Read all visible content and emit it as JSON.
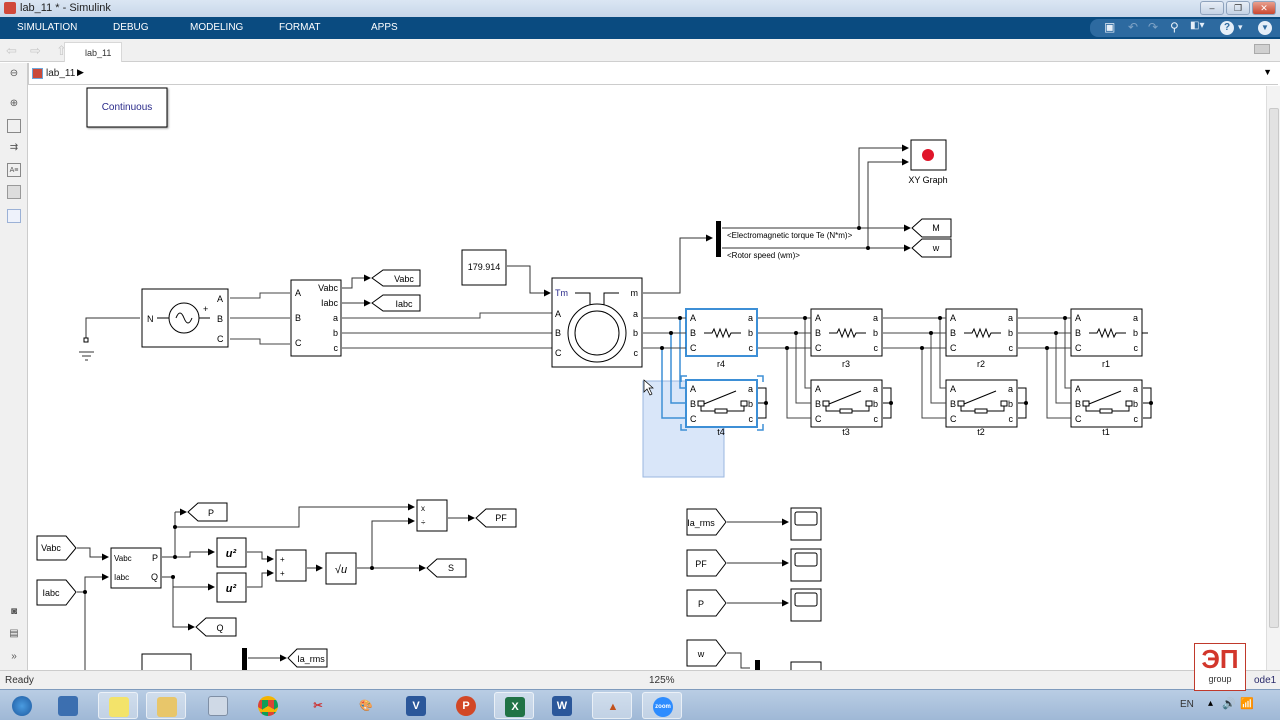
{
  "window": {
    "title": "lab_11 * - Simulink",
    "minimize": "–",
    "restore": "❐",
    "close": "✕"
  },
  "menu": {
    "items": [
      "SIMULATION",
      "DEBUG",
      "MODELING",
      "FORMAT",
      "APPS"
    ]
  },
  "quick_access": {
    "save": "💾",
    "undo": "↶",
    "redo": "↷",
    "search": "🔍",
    "community": "⌘",
    "help": "?",
    "more": "▾"
  },
  "tabs": [
    {
      "label": "lab_11"
    }
  ],
  "breadcrumb": {
    "model": "lab_11",
    "arrow": "▶",
    "dropdown": "▼"
  },
  "left_toolbar": [
    "zoom-in",
    "fit-view",
    "signal-routing",
    "annotation",
    "image",
    "area",
    "screenshot",
    "property-inspector",
    "expand"
  ],
  "diagram": {
    "solver_block": "Continuous",
    "constant_value": "179.914",
    "source_ports": {
      "left": "N",
      "right": [
        "A",
        "B",
        "C"
      ]
    },
    "measurement_ports": {
      "in": [
        "A",
        "B",
        "C"
      ],
      "out": [
        "Vabc",
        "Iabc",
        "a",
        "b",
        "c"
      ]
    },
    "goto_tags_top": [
      "Vabc",
      "Iabc"
    ],
    "machine_ports": {
      "in": [
        "Tm",
        "A",
        "B",
        "C"
      ],
      "out": [
        "m",
        "a",
        "b",
        "c"
      ]
    },
    "bus_signals": [
      "<Electromagnetic torque Te (N*m)>",
      "<Rotor speed (wm)>"
    ],
    "goto_tags_right": [
      "M",
      "w"
    ],
    "xy_graph_label": "XY Graph",
    "load_blocks": [
      {
        "name": "r4",
        "type": "resistor"
      },
      {
        "name": "r3",
        "type": "resistor"
      },
      {
        "name": "r2",
        "type": "resistor"
      },
      {
        "name": "r1",
        "type": "resistor"
      },
      {
        "name": "t4",
        "type": "breaker"
      },
      {
        "name": "t3",
        "type": "breaker"
      },
      {
        "name": "t2",
        "type": "breaker"
      },
      {
        "name": "t1",
        "type": "breaker"
      }
    ],
    "load_ports": {
      "in": [
        "A",
        "B",
        "C"
      ],
      "out": [
        "a",
        "b",
        "c"
      ]
    },
    "from_tags_left": [
      "Vabc",
      "Iabc"
    ],
    "power_block_ports": {
      "in": [
        "Vabc",
        "Iabc"
      ],
      "out": [
        "P",
        "Q"
      ]
    },
    "goto_tags_bottom": [
      "P",
      "Q",
      "S",
      "PF",
      "Ia_rms"
    ],
    "math_labels": {
      "square": "u²",
      "sqrt": "√u",
      "sum_signs": [
        "+",
        "+"
      ],
      "divide_signs": [
        "x",
        "÷"
      ]
    },
    "scope_from_tags": [
      "Ia_rms",
      "PF",
      "P",
      "w"
    ]
  },
  "status": {
    "left": "Ready",
    "zoom": "125%",
    "solver": "ode1"
  },
  "taskbar": {
    "apps": [
      "start",
      "remote-desktop",
      "sticky-notes",
      "file-explorer",
      "calculator",
      "chrome",
      "snipping-tool",
      "paint",
      "visio",
      "powerpoint",
      "excel",
      "word",
      "matlab",
      "zoom"
    ],
    "lang": "EN"
  },
  "watermark": {
    "big": "ЭП",
    "small": "group"
  }
}
